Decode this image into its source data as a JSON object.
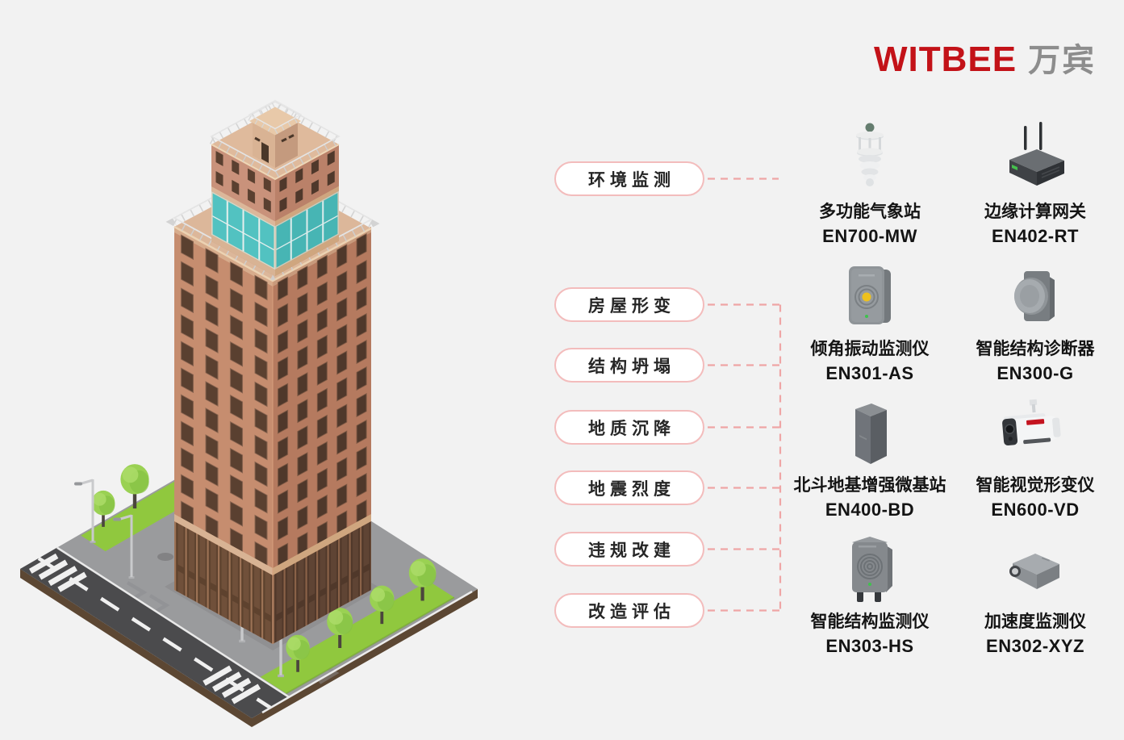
{
  "brand": {
    "name": "WITBEE",
    "cn": "万宾"
  },
  "categories": [
    "环境监测",
    "房屋形变",
    "结构坍塌",
    "地质沉降",
    "地震烈度",
    "违规改建",
    "改造评估"
  ],
  "products": [
    {
      "name": "多功能气象站",
      "model": "EN700-MW",
      "icon": "weather-station"
    },
    {
      "name": "边缘计算网关",
      "model": "EN402-RT",
      "icon": "edge-gateway"
    },
    {
      "name": "倾角振动监测仪",
      "model": "EN301-AS",
      "icon": "tilt-vibration-monitor"
    },
    {
      "name": "智能结构诊断器",
      "model": "EN300-G",
      "icon": "structure-diagnoser"
    },
    {
      "name": "北斗地基增强微基站",
      "model": "EN400-BD",
      "icon": "beidou-base-station"
    },
    {
      "name": "智能视觉形变仪",
      "model": "EN600-VD",
      "icon": "vision-deformation-camera"
    },
    {
      "name": "智能结构监测仪",
      "model": "EN303-HS",
      "icon": "structure-monitor"
    },
    {
      "name": "加速度监测仪",
      "model": "EN302-XYZ",
      "icon": "accelerometer"
    }
  ],
  "colors": {
    "background": "#f2f2f2",
    "brand_red": "#c31218",
    "brand_gray": "#8d8d8d",
    "pill_border": "#f3bcbc",
    "connector_pink": "#efa5a5",
    "text_dark": "#141414",
    "building_face_left": "#c68d6f",
    "building_face_right": "#b57a5f",
    "glass_teal": "#52c2c1",
    "roof_tan": "#dcb79a",
    "grass_green": "#90c83e"
  }
}
